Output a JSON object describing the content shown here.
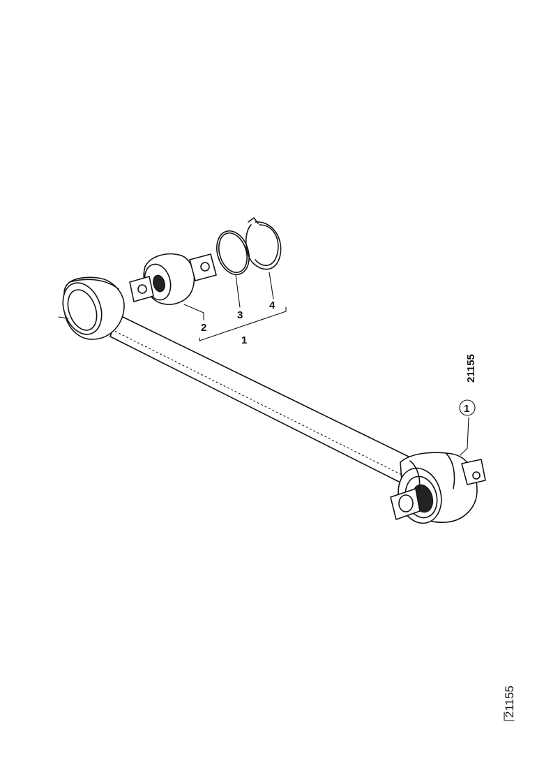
{
  "callouts": {
    "item_1": "1",
    "item_2": "2",
    "item_3": "3",
    "item_4": "4",
    "circled_item": "1"
  },
  "side_reference": "21155",
  "corner_reference": "21155"
}
